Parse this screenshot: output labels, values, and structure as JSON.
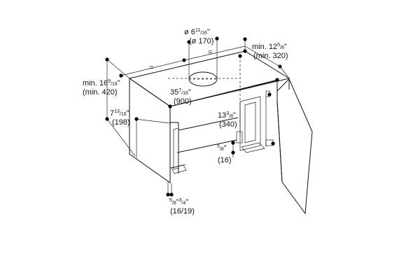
{
  "dimensions": {
    "duct_diameter": {
      "prefix": "ø 6",
      "num": "11",
      "den": "16",
      "unit": "\"",
      "metric": "(ø 170)"
    },
    "min_depth": {
      "prefix": "min. 12",
      "num": "5",
      "den": "8",
      "unit": "\"",
      "metric": "(min. 320)"
    },
    "min_height": {
      "prefix": "min. 16",
      "num": "9",
      "den": "16",
      "unit": "\"",
      "metric": "(min. 420)"
    },
    "width": {
      "prefix": "35",
      "num": "7",
      "den": "16",
      "unit": "\"",
      "metric": "(900)"
    },
    "height_front": {
      "prefix": "7",
      "num": "13",
      "den": "16",
      "unit": "\"",
      "metric": "(198)"
    },
    "door_height": {
      "prefix": "13",
      "num": "3",
      "den": "8",
      "unit": "\"",
      "metric": "(340)"
    },
    "door_offset": {
      "num": "5",
      "den": "8",
      "unit": "\"",
      "metric": "(16)"
    },
    "panel_thickness": {
      "num1": "5",
      "den1": "8",
      "num2": "3",
      "den2": "4",
      "unit": "\"",
      "metric": "(16/19)"
    },
    "equal_mark": "="
  }
}
